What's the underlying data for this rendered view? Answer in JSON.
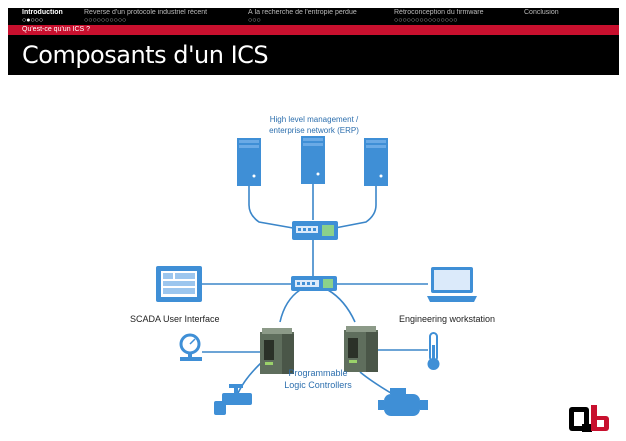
{
  "nav": {
    "items": [
      {
        "title": "Introduction",
        "dots": "○●○○○"
      },
      {
        "title": "Reverse d'un protocole industriel récent",
        "dots": "○○○○○○○○○○"
      },
      {
        "title": "À la recherche de l'entropie perdue",
        "dots": "○○○"
      },
      {
        "title": "Rétroconception du firmware",
        "dots": "○○○○○○○○○○○○○○○"
      },
      {
        "title": "Conclusion",
        "dots": ""
      }
    ]
  },
  "subsection": "Qu'est-ce qu'un ICS ?",
  "slide_title": "Composants d'un ICS",
  "diagram": {
    "top_label_line1": "High level management /",
    "top_label_line2": "enterprise network (ERP)",
    "scada_label": "SCADA User Interface",
    "engineering_label": "Engineering workstation",
    "plc_label_line1": "Programmable",
    "plc_label_line2": "Logic Controllers",
    "line_color": "#3b86c9",
    "device_color": "#3f8fd6"
  }
}
